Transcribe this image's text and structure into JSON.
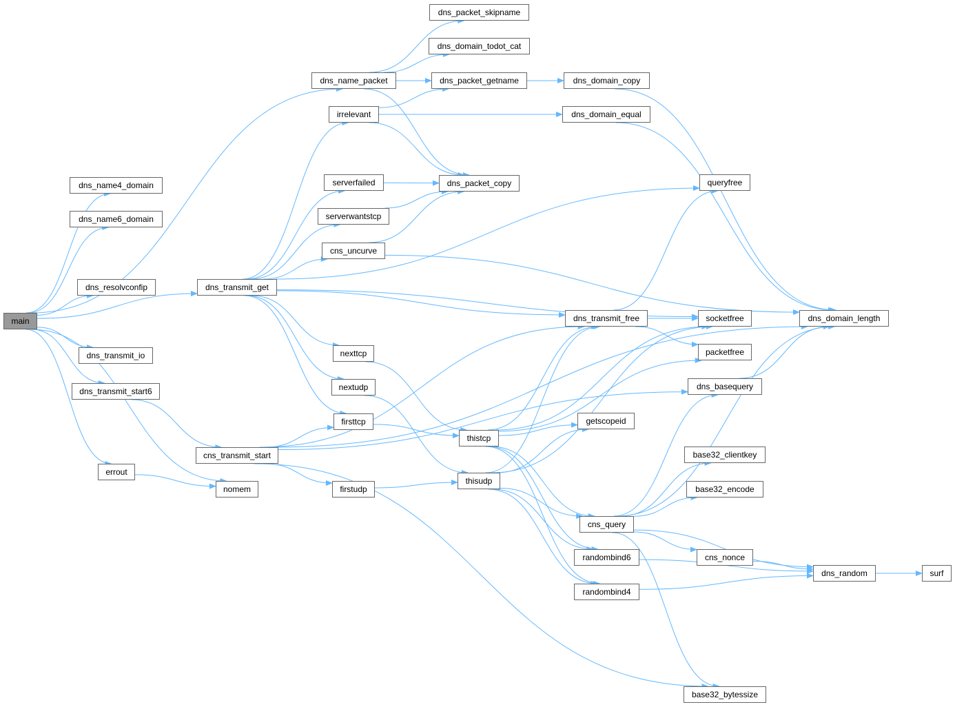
{
  "graph": {
    "root": "main",
    "edge_color": "#63b8ff",
    "root_fill": "#999999",
    "nodes": [
      {
        "label": "main"
      },
      {
        "label": "dns_name4_domain"
      },
      {
        "label": "dns_name6_domain"
      },
      {
        "label": "dns_resolvconfip"
      },
      {
        "label": "dns_transmit_io"
      },
      {
        "label": "dns_transmit_start6"
      },
      {
        "label": "errout"
      },
      {
        "label": "nomem"
      },
      {
        "label": "dns_transmit_get"
      },
      {
        "label": "cns_transmit_start"
      },
      {
        "label": "dns_name_packet"
      },
      {
        "label": "irrelevant"
      },
      {
        "label": "serverfailed"
      },
      {
        "label": "serverwantstcp"
      },
      {
        "label": "cns_uncurve"
      },
      {
        "label": "nexttcp"
      },
      {
        "label": "nextudp"
      },
      {
        "label": "firsttcp"
      },
      {
        "label": "firstudp"
      },
      {
        "label": "dns_packet_skipname"
      },
      {
        "label": "dns_domain_todot_cat"
      },
      {
        "label": "dns_packet_getname"
      },
      {
        "label": "dns_packet_copy"
      },
      {
        "label": "dns_transmit_free"
      },
      {
        "label": "thistcp"
      },
      {
        "label": "thisudp"
      },
      {
        "label": "getscopeid"
      },
      {
        "label": "cns_query"
      },
      {
        "label": "randombind6"
      },
      {
        "label": "randombind4"
      },
      {
        "label": "dns_domain_copy"
      },
      {
        "label": "dns_domain_equal"
      },
      {
        "label": "queryfree"
      },
      {
        "label": "socketfree"
      },
      {
        "label": "packetfree"
      },
      {
        "label": "dns_basequery"
      },
      {
        "label": "base32_clientkey"
      },
      {
        "label": "base32_encode"
      },
      {
        "label": "cns_nonce"
      },
      {
        "label": "base32_bytessize"
      },
      {
        "label": "dns_domain_length"
      },
      {
        "label": "dns_random"
      },
      {
        "label": "surf"
      }
    ],
    "edges": [
      [
        "main",
        "dns_name4_domain"
      ],
      [
        "main",
        "dns_name6_domain"
      ],
      [
        "main",
        "dns_name_packet"
      ],
      [
        "main",
        "dns_resolvconfip"
      ],
      [
        "main",
        "dns_transmit_get"
      ],
      [
        "main",
        "dns_transmit_io"
      ],
      [
        "main",
        "dns_transmit_start6"
      ],
      [
        "main",
        "errout"
      ],
      [
        "main",
        "nomem"
      ],
      [
        "dns_transmit_start6",
        "cns_transmit_start"
      ],
      [
        "errout",
        "nomem"
      ],
      [
        "dns_name_packet",
        "dns_packet_skipname"
      ],
      [
        "dns_name_packet",
        "dns_domain_todot_cat"
      ],
      [
        "dns_name_packet",
        "dns_packet_getname"
      ],
      [
        "dns_name_packet",
        "dns_packet_copy"
      ],
      [
        "dns_packet_getname",
        "dns_domain_copy"
      ],
      [
        "irrelevant",
        "dns_packet_getname"
      ],
      [
        "irrelevant",
        "dns_domain_equal"
      ],
      [
        "irrelevant",
        "dns_packet_copy"
      ],
      [
        "dns_transmit_get",
        "irrelevant"
      ],
      [
        "dns_transmit_get",
        "queryfree"
      ],
      [
        "dns_transmit_get",
        "serverfailed"
      ],
      [
        "dns_transmit_get",
        "serverwantstcp"
      ],
      [
        "dns_transmit_get",
        "cns_uncurve"
      ],
      [
        "dns_transmit_get",
        "socketfree"
      ],
      [
        "dns_transmit_get",
        "dns_transmit_free"
      ],
      [
        "dns_transmit_get",
        "nexttcp"
      ],
      [
        "dns_transmit_get",
        "nextudp"
      ],
      [
        "dns_transmit_get",
        "firsttcp"
      ],
      [
        "serverfailed",
        "dns_packet_copy"
      ],
      [
        "serverwantstcp",
        "dns_packet_copy"
      ],
      [
        "cns_uncurve",
        "dns_packet_copy"
      ],
      [
        "cns_uncurve",
        "dns_domain_length"
      ],
      [
        "dns_domain_copy",
        "dns_domain_length"
      ],
      [
        "dns_domain_equal",
        "dns_domain_length"
      ],
      [
        "nexttcp",
        "thistcp"
      ],
      [
        "nextudp",
        "thisudp"
      ],
      [
        "firsttcp",
        "thistcp"
      ],
      [
        "firstudp",
        "thisudp"
      ],
      [
        "cns_transmit_start",
        "firsttcp"
      ],
      [
        "cns_transmit_start",
        "dns_transmit_free"
      ],
      [
        "cns_transmit_start",
        "firstudp"
      ],
      [
        "cns_transmit_start",
        "dns_basequery"
      ],
      [
        "cns_transmit_start",
        "dns_domain_length"
      ],
      [
        "cns_transmit_start",
        "base32_bytessize"
      ],
      [
        "dns_transmit_free",
        "queryfree"
      ],
      [
        "dns_transmit_free",
        "socketfree"
      ],
      [
        "dns_transmit_free",
        "packetfree"
      ],
      [
        "thistcp",
        "dns_transmit_free"
      ],
      [
        "thistcp",
        "socketfree"
      ],
      [
        "thistcp",
        "packetfree"
      ],
      [
        "thistcp",
        "getscopeid"
      ],
      [
        "thistcp",
        "cns_query"
      ],
      [
        "thistcp",
        "randombind6"
      ],
      [
        "thistcp",
        "randombind4"
      ],
      [
        "thisudp",
        "dns_transmit_free"
      ],
      [
        "thisudp",
        "socketfree"
      ],
      [
        "thisudp",
        "getscopeid"
      ],
      [
        "thisudp",
        "cns_query"
      ],
      [
        "thisudp",
        "randombind6"
      ],
      [
        "thisudp",
        "randombind4"
      ],
      [
        "cns_query",
        "dns_basequery"
      ],
      [
        "cns_query",
        "base32_clientkey"
      ],
      [
        "cns_query",
        "base32_encode"
      ],
      [
        "cns_query",
        "cns_nonce"
      ],
      [
        "cns_query",
        "dns_random"
      ],
      [
        "cns_query",
        "base32_bytessize"
      ],
      [
        "cns_query",
        "dns_domain_length"
      ],
      [
        "dns_basequery",
        "dns_domain_length"
      ],
      [
        "cns_nonce",
        "dns_random"
      ],
      [
        "randombind6",
        "dns_random"
      ],
      [
        "randombind4",
        "dns_random"
      ],
      [
        "dns_random",
        "surf"
      ]
    ]
  }
}
